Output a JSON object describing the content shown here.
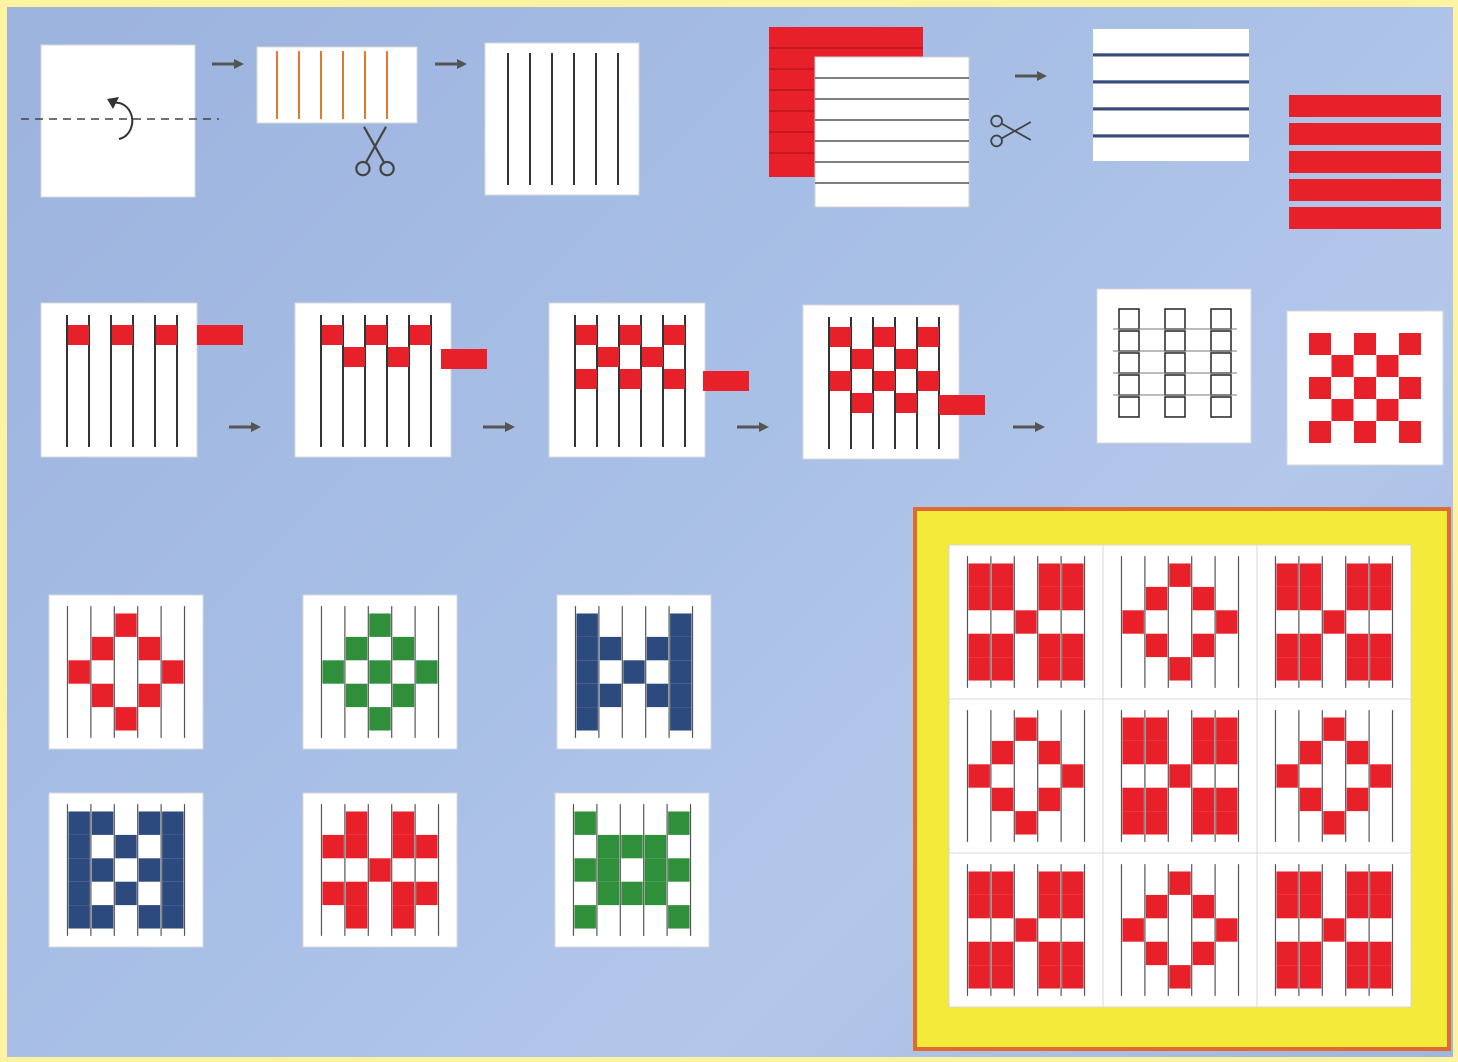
{
  "background": {
    "frame_color": "#fdf3a0",
    "page_color": "#a8bfe6"
  },
  "colors": {
    "paper": "#ffffff",
    "red": "#e8202a",
    "green": "#2f8f3a",
    "navy": "#2c4a7e",
    "line": "#333333",
    "arrow": "#555555",
    "board_yellow": "#f3ea3a",
    "board_border": "#e06a30"
  },
  "icons": [
    "fold-arrow-icon",
    "scissors-icon",
    "step-arrow-icon"
  ],
  "sections": {
    "prep_steps": [
      "fold-paper",
      "cut-slits",
      "slotted-sheet",
      "stacked-sheets",
      "cut-strips",
      "paper-strips-white",
      "paper-strips-red"
    ],
    "weaving_steps": [
      "weave-step-1",
      "weave-step-2",
      "weave-step-3",
      "weave-step-4",
      "weave-pattern-outline",
      "woven-result"
    ],
    "pattern_samples": [
      "sample-red-diamond",
      "sample-green-diamond",
      "sample-navy-bowtie",
      "sample-navy-loops",
      "sample-red-cross",
      "sample-green-cross"
    ],
    "board": {
      "rows": 3,
      "cols": 3,
      "tiles": [
        "cross",
        "diamond",
        "cross",
        "diamond",
        "cross",
        "diamond",
        "cross",
        "diamond",
        "cross"
      ]
    }
  }
}
